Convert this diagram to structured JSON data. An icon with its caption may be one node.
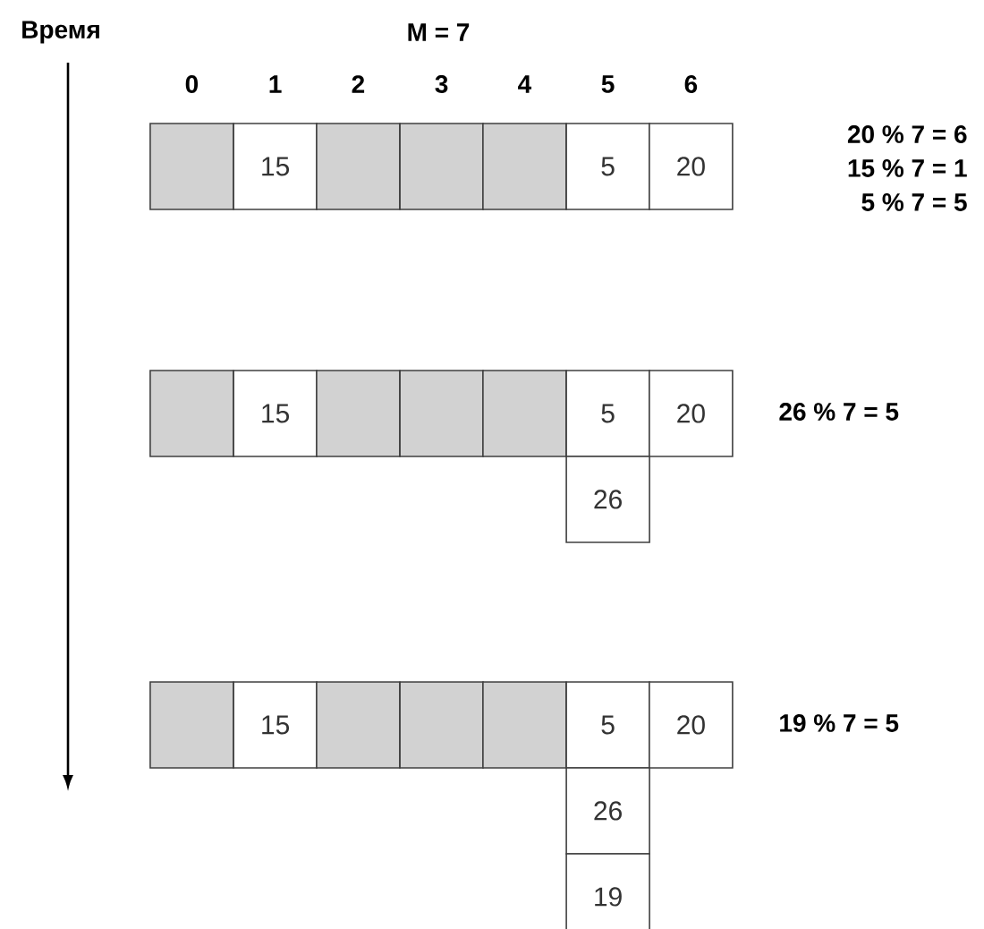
{
  "diagram": {
    "nodes": [
      {
        "text": [],
        "shape": "box"
      },
      {
        "text": [
          "15"
        ]
      },
      {
        "text": [],
        "shape": "box"
      },
      {
        "text": [],
        "shape": "box"
      },
      {
        "text": [],
        "shape": "box"
      },
      {
        "text": [
          "5"
        ]
      },
      {
        "text": [
          "20"
        ]
      },
      {
        "text": [],
        "shape": "box"
      },
      {
        "text": [
          "15"
        ]
      },
      {
        "text": [],
        "shape": "box"
      },
      {
        "text": [],
        "shape": "box"
      },
      {
        "text": [],
        "shape": "box"
      },
      {
        "text": [
          "5"
        ]
      },
      {
        "text": [
          "20"
        ]
      },
      {
        "text": [
          "26"
        ]
      },
      {
        "text": [],
        "shape": "box"
      },
      {
        "text": [
          "15"
        ]
      },
      {
        "text": [],
        "shape": "box"
      },
      {
        "text": [],
        "shape": "box"
      },
      {
        "text": [],
        "shape": "box"
      },
      {
        "text": [
          "5"
        ]
      },
      {
        "text": [
          "20"
        ]
      },
      {
        "text": [
          "26"
        ]
      },
      {
        "text": [
          "19"
        ]
      }
    ],
    "edges": [],
    "labels": [
      "Время",
      "M = 7",
      "0",
      "1",
      "2",
      "3",
      "4",
      "5",
      "6",
      "20 % 7 = 6",
      "15 % 7 = 1",
      "5 % 7 = 5",
      "26 % 7 = 5",
      "19 % 7 = 5"
    ]
  }
}
